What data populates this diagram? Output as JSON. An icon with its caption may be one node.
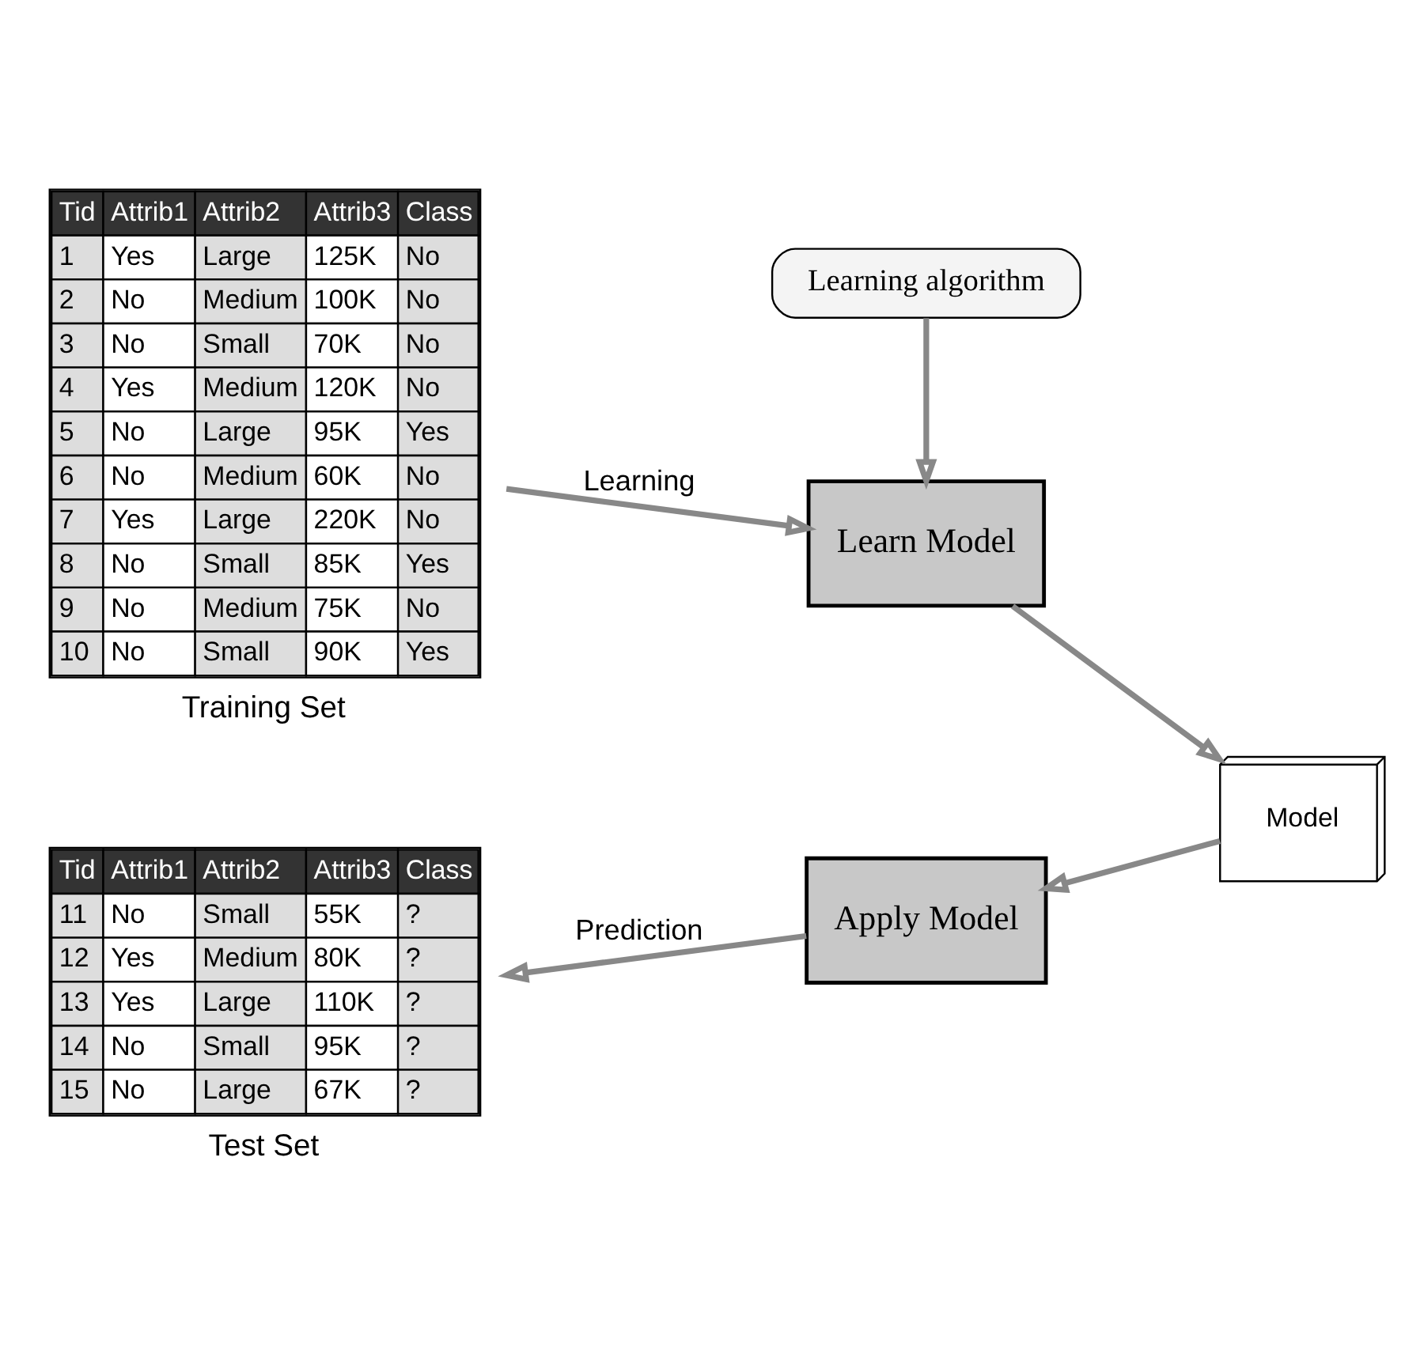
{
  "diagram": {
    "nodes": [
      {
        "text": [
          "Tid",
          "Attrib1",
          "Attrib2",
          "Attrib3",
          "Class",
          "1",
          "Yes",
          "Large",
          "125K",
          "No",
          "2",
          "No",
          "Medium",
          "100K",
          "No",
          "3",
          "No",
          "Small",
          "70K",
          "No",
          "4",
          "Yes",
          "Medium",
          "120K",
          "No",
          "5",
          "No",
          "Large",
          "95K",
          "Yes",
          "6",
          "No",
          "Medium",
          "60K",
          "No",
          "7",
          "Yes",
          "Large",
          "220K",
          "No",
          "8",
          "No",
          "Small",
          "85K",
          "Yes",
          "9",
          "No",
          "Medium",
          "75K",
          "No",
          "10",
          "No",
          "Small",
          "90K",
          "Yes",
          "Training Set"
        ]
      },
      {
        "text": [
          "Learning algorithm"
        ]
      },
      {
        "text": [
          "Learn Model"
        ]
      },
      {
        "text": [
          "Model"
        ]
      },
      {
        "text": [
          "Apply Model"
        ]
      },
      {
        "text": [
          "Tid",
          "Attrib1",
          "Attrib2",
          "Attrib3",
          "Class",
          "11",
          "No",
          "Small",
          "55K",
          "?",
          "12",
          "Yes",
          "Medium",
          "80K",
          "?",
          "13",
          "Yes",
          "Large",
          "110K",
          "?",
          "14",
          "No",
          "Small",
          "95K",
          "?",
          "15",
          "No",
          "Large",
          "67K",
          "?",
          "Test Set"
        ]
      }
    ],
    "edges": [
      {
        "from": 0,
        "to": 2,
        "arrow": "to",
        "label": "Learning"
      },
      {
        "from": 1,
        "to": 2,
        "arrow": "to"
      },
      {
        "from": 2,
        "to": 3,
        "arrow": "to"
      },
      {
        "from": 3,
        "to": 4,
        "arrow": "to"
      },
      {
        "from": 4,
        "to": 5,
        "arrow": "to",
        "label": "Prediction"
      }
    ]
  }
}
